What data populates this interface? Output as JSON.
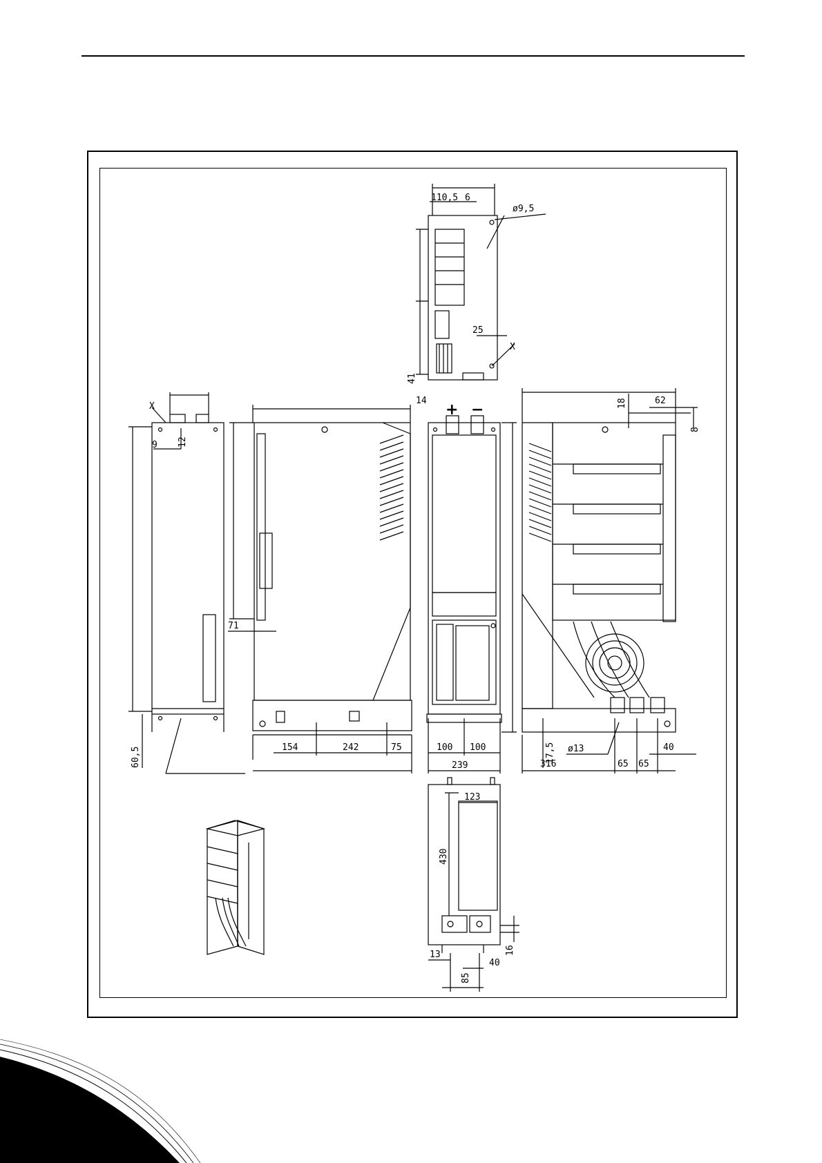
{
  "drawing": {
    "top_view": {
      "dims": {
        "a": "110,5",
        "b": "6",
        "c": "ø9,5",
        "d": "25",
        "e": "41"
      },
      "marker": "X"
    },
    "left_view": {
      "dims": {
        "a": "9",
        "b": "12",
        "c": "60,5"
      },
      "marker": "X"
    },
    "side_view": {
      "dims": {
        "a": "14",
        "b": "71",
        "c": "154",
        "d": "242",
        "e": "75"
      }
    },
    "front_view": {
      "plus": "+",
      "minus": "−",
      "dims": {
        "a": "100",
        "b": "100",
        "c": "239"
      }
    },
    "right_view": {
      "dims": {
        "a": "18",
        "b": "62",
        "c": "8",
        "d": "ø13",
        "e": "17,5",
        "f": "316",
        "g": "65",
        "h": "65",
        "i": "40"
      }
    },
    "bottom_view": {
      "dims": {
        "a": "123",
        "b": "430",
        "c": "13",
        "d": "16",
        "e": "40",
        "f": "85"
      }
    }
  }
}
